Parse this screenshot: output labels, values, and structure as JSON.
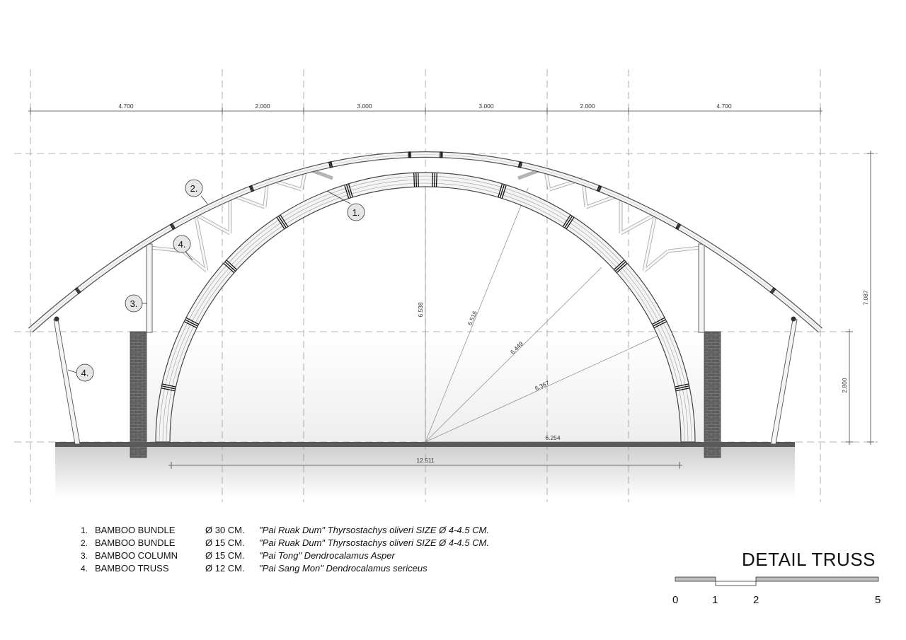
{
  "dimensions": {
    "top": [
      "4.700",
      "2.000",
      "3.000",
      "3.000",
      "2.000",
      "4.700"
    ],
    "height_total": "7.087",
    "height_wall": "2.800",
    "span": "12.511",
    "radius_center": "6.538",
    "radius_2": "6.516",
    "radius_3": "6.449",
    "radius_4": "6.367",
    "radius_base": "6.254"
  },
  "callouts": {
    "c1": "1.",
    "c2": "2.",
    "c3": "3.",
    "c4a": "4.",
    "c4b": "4."
  },
  "legend": [
    {
      "num": "1.",
      "name": "BAMBOO BUNDLE",
      "size": "Ø 30 CM.",
      "desc": "\"Pai Ruak Dum\"  Thyrsostachys oliveri SIZE Ø 4-4.5 CM."
    },
    {
      "num": "2.",
      "name": "BAMBOO BUNDLE",
      "size": "Ø 15 CM.",
      "desc": " \"Pai Ruak Dum\"  Thyrsostachys oliveri SIZE Ø 4-4.5 CM."
    },
    {
      "num": "3.",
      "name": "BAMBOO COLUMN",
      "size": "Ø 15 CM.",
      "desc": " \"Pai Tong\"  Dendrocalamus Asper"
    },
    {
      "num": "4.",
      "name": "BAMBOO TRUSS",
      "size": "Ø 12 CM.",
      "desc": "\"Pai Sang Mon\"  Dendrocalamus sericeus"
    }
  ],
  "title": "DETAIL TRUSS",
  "scale": [
    "0",
    "1",
    "2",
    "5"
  ],
  "colors": {
    "line": "#333333",
    "grid": "#9a9a9a",
    "wall": "#5e5e5e",
    "ground": "#d9d9d9",
    "bamboo": "#f2f2f2",
    "bamboo_edge": "#555555",
    "band": "#111111"
  }
}
